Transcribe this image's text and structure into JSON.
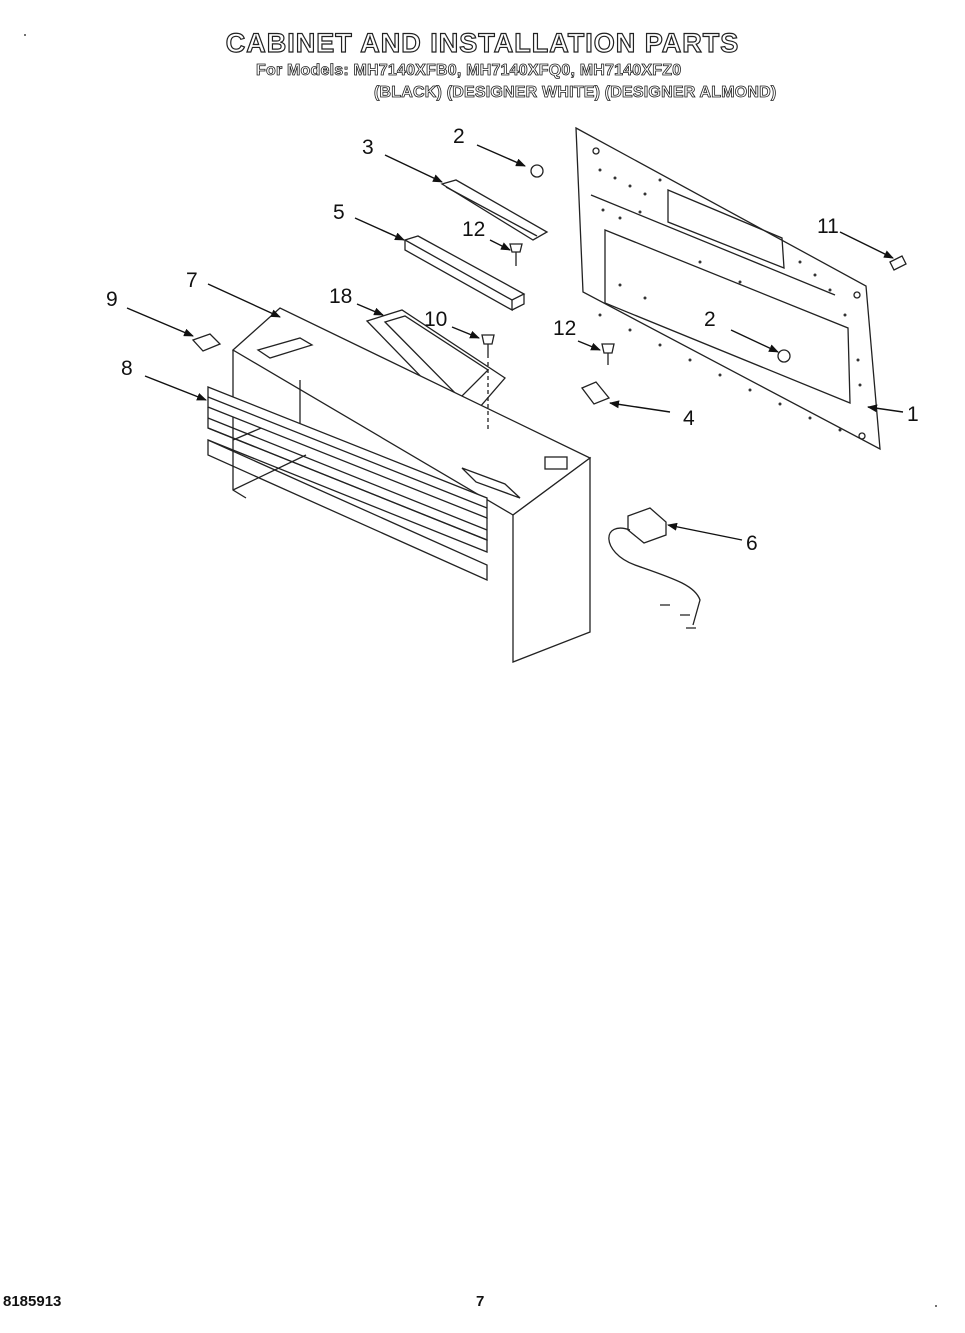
{
  "header": {
    "title": "CABINET AND INSTALLATION PARTS",
    "models_line": "For Models: MH7140XFB0, MH7140XFQ0, MH7140XFZ0",
    "colors_line": "(BLACK) (DESIGNER WHITE) (DESIGNER ALMOND)"
  },
  "callouts": {
    "c1": "1",
    "c2a": "2",
    "c2b": "2",
    "c3": "3",
    "c4": "4",
    "c5": "5",
    "c6": "6",
    "c7": "7",
    "c8": "8",
    "c9": "9",
    "c10": "10",
    "c11": "11",
    "c12a": "12",
    "c12b": "12",
    "c18": "18"
  },
  "footer": {
    "doc_number": "8185913",
    "page_number": "7"
  }
}
